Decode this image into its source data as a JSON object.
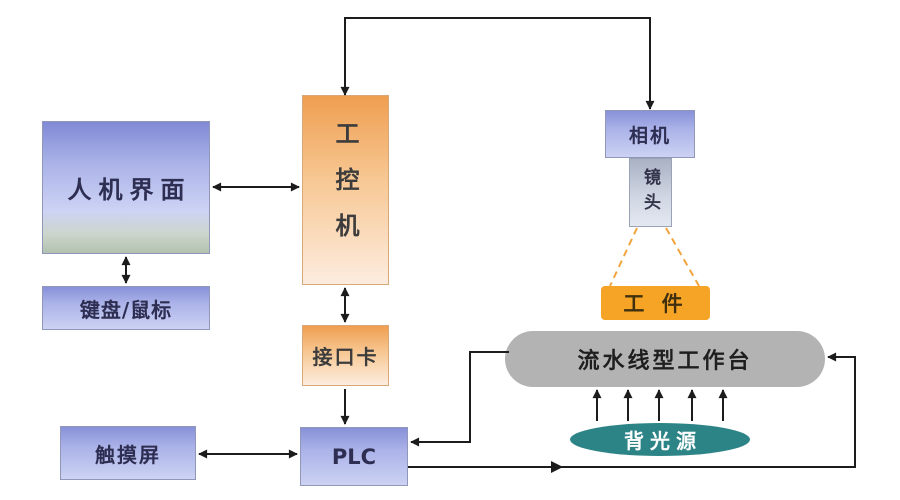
{
  "diagram": {
    "nodes": {
      "hmi": {
        "label": "人机界面"
      },
      "keyboard_mouse": {
        "label": "键盘/鼠标"
      },
      "industrial_pc": {
        "label": "工控机"
      },
      "interface_card": {
        "label": "接口卡"
      },
      "plc": {
        "label": "PLC"
      },
      "touch_screen": {
        "label": "触摸屏"
      },
      "camera": {
        "label": "相机"
      },
      "lens": {
        "label": "镜头"
      },
      "workpiece": {
        "label": "工 件"
      },
      "conveyor": {
        "label": "流水线型工作台"
      },
      "backlight": {
        "label": "背光源"
      }
    },
    "edges": [
      {
        "from": "industrial_pc",
        "to": "camera",
        "style": "solid",
        "arrows": "both-ends-down"
      },
      {
        "from": "hmi",
        "to": "industrial_pc",
        "style": "solid",
        "arrows": "both"
      },
      {
        "from": "hmi",
        "to": "keyboard_mouse",
        "style": "solid",
        "arrows": "both"
      },
      {
        "from": "industrial_pc",
        "to": "interface_card",
        "style": "solid",
        "arrows": "both"
      },
      {
        "from": "interface_card",
        "to": "plc",
        "style": "solid",
        "arrows": "end"
      },
      {
        "from": "touch_screen",
        "to": "plc",
        "style": "solid",
        "arrows": "both"
      },
      {
        "from": "conveyor",
        "to": "plc",
        "style": "solid",
        "arrows": "end"
      },
      {
        "from": "plc",
        "to": "conveyor",
        "style": "solid",
        "arrows": "end"
      },
      {
        "from": "camera",
        "to": "lens",
        "style": "attached",
        "arrows": "none"
      },
      {
        "from": "lens",
        "to": "workpiece",
        "style": "dashed-light-cone",
        "arrows": "none"
      },
      {
        "from": "backlight",
        "to": "conveyor",
        "style": "solid",
        "arrows": "up",
        "count": 5
      }
    ],
    "colors": {
      "box_blue_top": "#8891d8",
      "box_blue_bottom": "#ccd2f3",
      "box_orange_top": "#ef9e50",
      "box_orange_bottom": "#fcecdf",
      "workpiece_orange": "#f6a426",
      "conveyor_gray": "#b3b3b3",
      "backlight_teal": "#2d8487",
      "dashed_cone_orange": "#f2a43e",
      "line_black": "#1c1c1c"
    }
  }
}
